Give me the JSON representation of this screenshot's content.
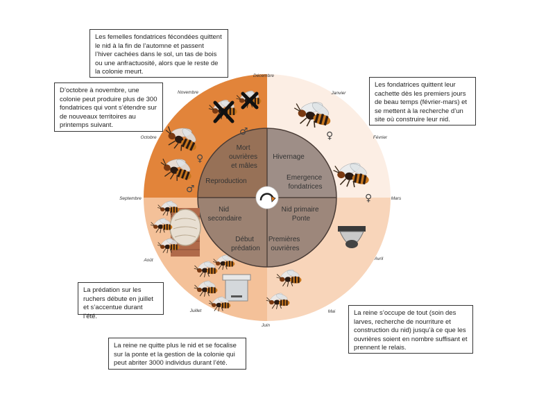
{
  "colors": {
    "q_autumn": "#E2843A",
    "q_winter": "#FCEEE4",
    "q_summer": "#F4C199",
    "q_spring": "#F8D5BA",
    "inner": "#7A6A62",
    "ring_line": "#4A3C36"
  },
  "months": [
    "Décembre",
    "Janvier",
    "Février",
    "Mars",
    "Avril",
    "Mai",
    "Juin",
    "Juillet",
    "Août",
    "Septembre",
    "Octobre",
    "Novembre"
  ],
  "phases": {
    "mort": [
      "Mort",
      "ouvrières",
      "et mâles"
    ],
    "hivernage": [
      "Hivernage"
    ],
    "emergence": [
      "Emergence",
      "fondatrices"
    ],
    "reproduction": [
      "Reproduction"
    ],
    "nid_secondaire": [
      "Nid",
      "secondaire"
    ],
    "nid_primaire": [
      "Nid primaire",
      "Ponte"
    ],
    "debut_predation": [
      "Début",
      "prédation"
    ],
    "premieres_ouvrieres": [
      "Premières",
      "ouvrières"
    ]
  },
  "symbols": {
    "female": "♀",
    "male": "♂"
  },
  "icons": [
    "hornet-icon",
    "dead-cross-icon",
    "cycle-arrow-icon",
    "primary-nest-icon",
    "secondary-nest-icon",
    "beehive-icon"
  ],
  "boxes": {
    "autumn_females": "Les femelles fondatrices fécondées quittent le nid à la fin de l’automne et passent l’hiver cachées dans le sol, un tas de bois ou une anfractuosité, alors que le reste de la colonie meurt.",
    "october_november": "D’octobre à novembre, une colonie peut produire plus de 300 fondatrices qui vont s’étendre sur de nouveaux territoires au printemps suivant.",
    "spring_founders": "Les fondatrices quittent leur cachette dès les premiers jours de beau temps (février-mars) et se mettent à la recherche d’un site où construire leur nid.",
    "predation": "La prédation sur les ruchers débute en juillet et s’accentue durant l’été.",
    "queen_all": "La reine s’occupe de tout (soin des larves, recherche de nourriture et construction du nid) jusqu’à ce que les ouvrières soient en nombre suffisant et prennent le relais.",
    "queen_stays": "La reine ne quitte plus le nid et se focalise sur la ponte et la gestion de la colonie qui peut abriter 3000 individus durant l’été."
  }
}
